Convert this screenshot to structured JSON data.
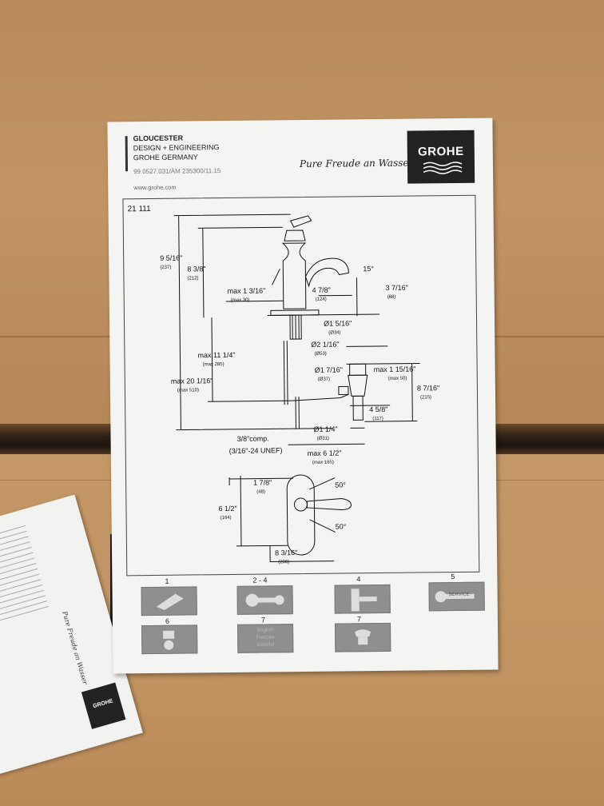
{
  "sheet": {
    "header": {
      "line1": "GLOUCESTER",
      "line2": "DESIGN + ENGINEERING",
      "line3": "GROHE GERMANY",
      "code": "99.0527.031/ÄM 235300/11.15",
      "url": "www.grohe.com"
    },
    "tagline": "Pure Freude an Wasser",
    "logo": "GROHE",
    "model": "21 111"
  },
  "dimensions": {
    "d1": "9 5/16\"",
    "d1mm": "(237)",
    "d2": "8 3/8\"",
    "d2mm": "(212)",
    "d3": "max 1 3/16\"",
    "d3mm": "(max 30)",
    "d4": "4 7/8\"",
    "d4mm": "(124)",
    "angle1": "15°",
    "d5": "3 7/16\"",
    "d5mm": "(88)",
    "d6": "Ø1 5/16\"",
    "d6mm": "(Ø34)",
    "d7": "Ø2 1/16\"",
    "d7mm": "(Ø53)",
    "d8": "max 11 1/4\"",
    "d8mm": "(max 285)",
    "d9": "Ø1 7/16\"",
    "d9mm": "(Ø37)",
    "d10": "max 1 15/16\"",
    "d10mm": "(max 50)",
    "d11": "max 20 1/16\"",
    "d11mm": "(max 510)",
    "d12": "8 7/16\"",
    "d12mm": "(215)",
    "d13": "4 5/8\"",
    "d13mm": "(117)",
    "d14": "Ø1 1/4\"",
    "d14mm": "(Ø31)",
    "d15": "3/8\"comp.",
    "d16": "(3/16\"-24 UNEF)",
    "d17": "max 6 1/2\"",
    "d17mm": "(max 165)",
    "d18": "1 7/8\"",
    "d18mm": "(48)",
    "angle2": "50°",
    "d19": "6 1/2\"",
    "d19mm": "(164)",
    "angle3": "50°",
    "d20": "8 3/16\"",
    "d20mm": "(208)"
  },
  "icons": [
    {
      "num": "1",
      "name": "tools-icon"
    },
    {
      "num": "2 - 4",
      "name": "wrench-icon"
    },
    {
      "num": "4",
      "name": "faucet-handle-icon"
    },
    {
      "num": "5",
      "name": "service-icon",
      "label": "SERVICE"
    },
    {
      "num": "6",
      "name": "cleaning-icon"
    },
    {
      "num": "7",
      "name": "languages-icon",
      "lines": [
        "English",
        "Français",
        "Español"
      ]
    },
    {
      "num": "7",
      "name": "phone-icon"
    }
  ],
  "leaflet": {
    "logo": "GROHE",
    "tagline": "Pure Freude an Wasser"
  }
}
